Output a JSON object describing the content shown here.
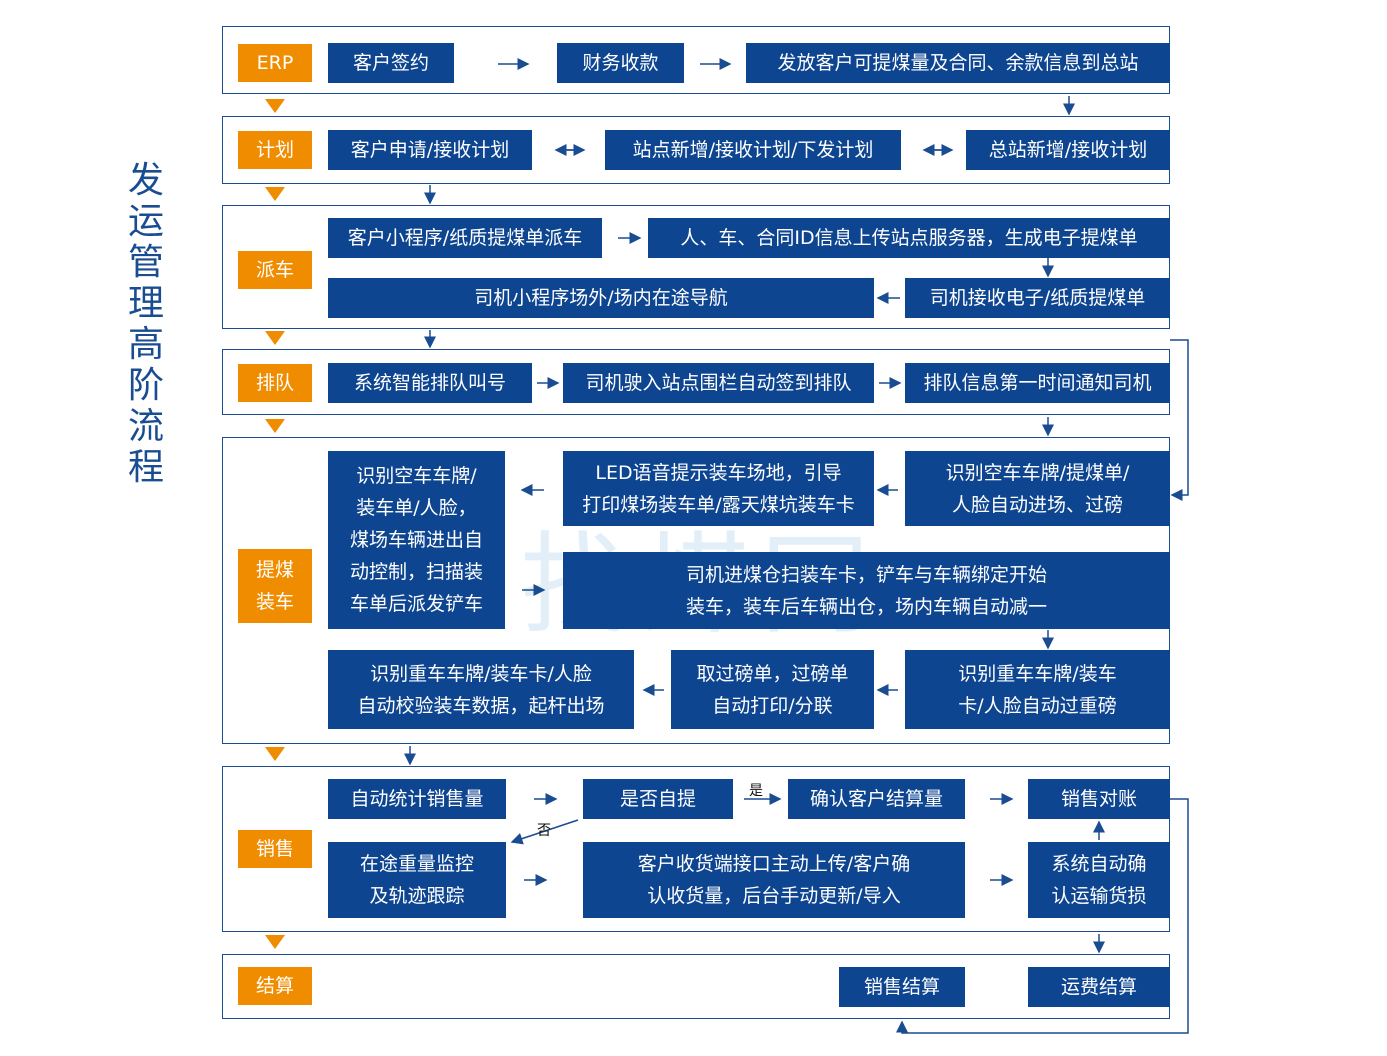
{
  "title": "发运管理高阶流程",
  "watermark": "找煤网",
  "colors": {
    "accent": "#f08c00",
    "box": "#0e4591",
    "line": "#1a4c91"
  },
  "stages": {
    "erp": "ERP",
    "plan": "计划",
    "dispatch": "派车",
    "queue": "排队",
    "load": "提煤\n装车",
    "sales": "销售",
    "settle": "结算"
  },
  "boxes": {
    "erp_1": "客户签约",
    "erp_2": "财务收款",
    "erp_3": "发放客户可提煤量及合同、余款信息到总站",
    "plan_1": "客户申请/接收计划",
    "plan_2": "站点新增/接收计划/下发计划",
    "plan_3": "总站新增/接收计划",
    "dispatch_1": "客户小程序/纸质提煤单派车",
    "dispatch_2": "人、车、合同ID信息上传站点服务器，生成电子提煤单",
    "dispatch_3": "司机小程序场外/场内在途导航",
    "dispatch_4": "司机接收电子/纸质提煤单",
    "queue_1": "系统智能排队叫号",
    "queue_2": "司机驶入站点围栏自动签到排队",
    "queue_3": "排队信息第一时间通知司机",
    "load_1": "识别空车车牌/\n装车单/人脸，\n煤场车辆进出自\n动控制，扫描装\n车单后派发铲车",
    "load_2": "LED语音提示装车场地，引导\n打印煤场装车单/露天煤坑装车卡",
    "load_3": "识别空车车牌/提煤单/\n人脸自动进场、过磅",
    "load_4": "司机进煤仓扫装车卡，铲车与车辆绑定开始\n装车，装车后车辆出仓，场内车辆自动减一",
    "load_5": "识别重车车牌/装车卡/人脸\n自动校验装车数据，起杆出场",
    "load_6": "取过磅单，过磅单\n自动打印/分联",
    "load_7": "识别重车车牌/装车\n卡/人脸自动过重磅",
    "sales_1": "自动统计销售量",
    "sales_2": "是否自提",
    "sales_3": "确认客户结算量",
    "sales_4": "销售对账",
    "sales_5": "在途重量监控\n及轨迹跟踪",
    "sales_6": "客户收货端接口主动上传/客户确\n认收货量，后台手动更新/导入",
    "sales_7": "系统自动确\n认运输货损",
    "settle_1": "销售结算",
    "settle_2": "运费结算"
  },
  "labels": {
    "yes": "是",
    "no": "否"
  }
}
